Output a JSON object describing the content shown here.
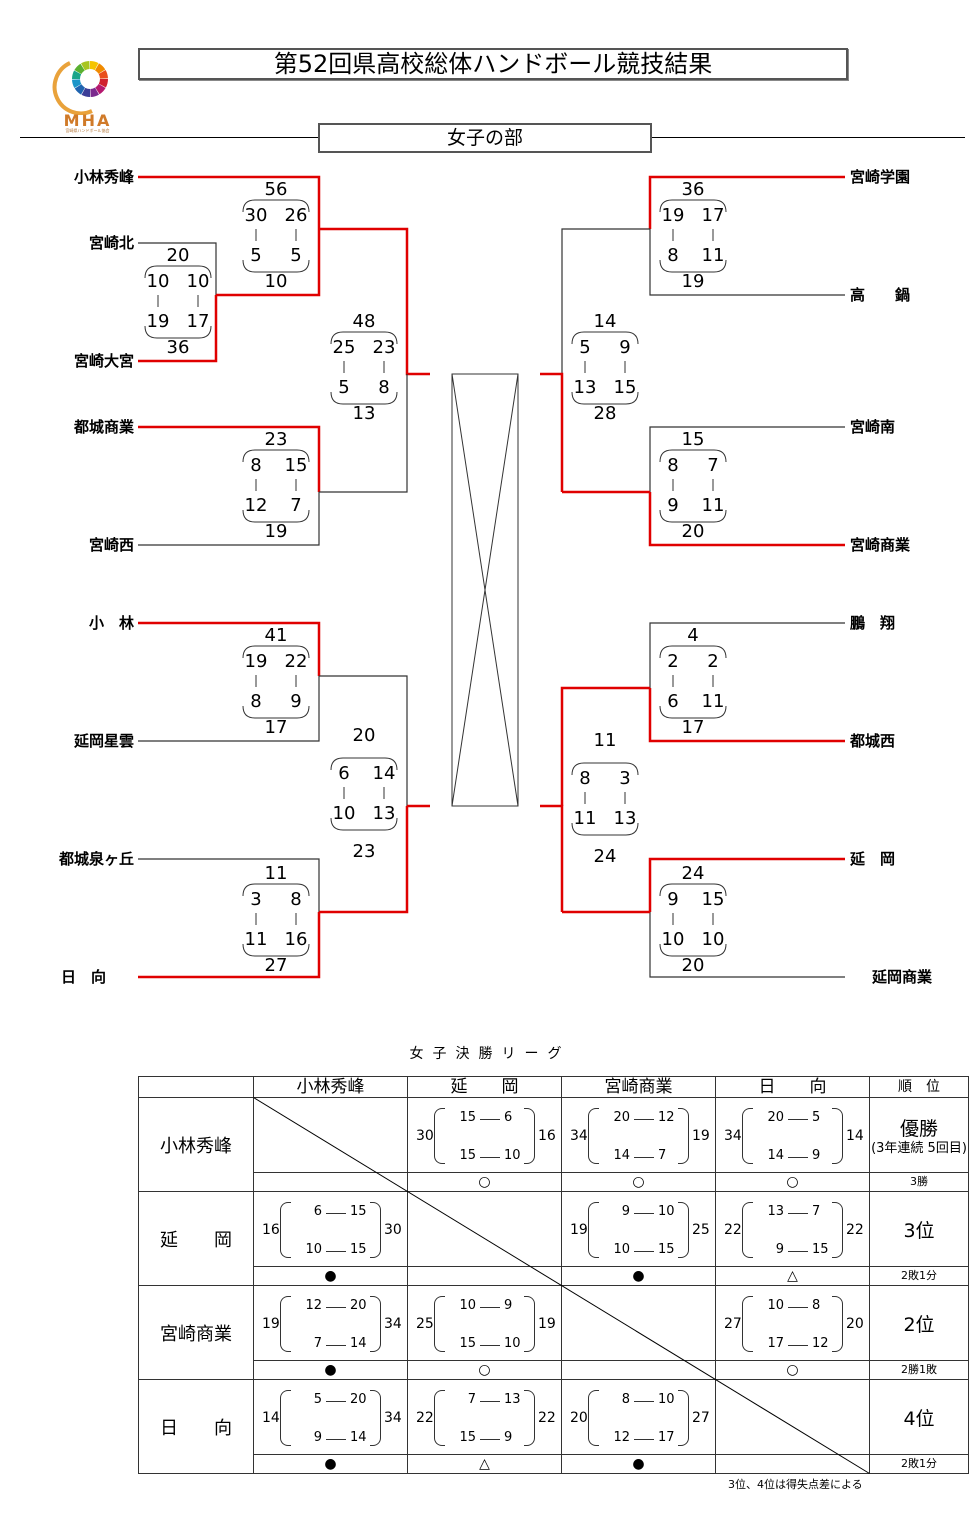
{
  "header": {
    "title": "第52回県高校総体ハンドボール競技結果",
    "subtitle": "女子の部",
    "logo_text": "MHA",
    "logo_subtext": "宮崎県ハンドボール協会"
  },
  "colors": {
    "winner_line": "#e00000",
    "line": "#333333",
    "logo_orange": "#d07a28"
  },
  "bracket": {
    "left_teams": [
      "小林秀峰",
      "宮崎北",
      "宮崎大宮",
      "都城商業",
      "宮崎西",
      "小　林",
      "延岡星雲",
      "都城泉ヶ丘",
      "日　向"
    ],
    "right_teams": [
      "宮崎学園",
      "高　　鍋",
      "宮崎南",
      "宮崎商業",
      "鵬　翔",
      "都城西",
      "延　岡",
      "延岡商業"
    ],
    "matches": [
      {
        "id": "L1",
        "top_total": "20",
        "top_h1": "10",
        "top_h2": "10",
        "bot_h1": "19",
        "bot_h2": "17",
        "bot_total": "36"
      },
      {
        "id": "L2",
        "top_total": "56",
        "top_h1": "30",
        "top_h2": "26",
        "bot_h1": "5",
        "bot_h2": "5",
        "bot_total": "10"
      },
      {
        "id": "L3",
        "top_total": "23",
        "top_h1": "8",
        "top_h2": "15",
        "bot_h1": "12",
        "bot_h2": "7",
        "bot_total": "19"
      },
      {
        "id": "L4",
        "top_total": "48",
        "top_h1": "25",
        "top_h2": "23",
        "bot_h1": "5",
        "bot_h2": "8",
        "bot_total": "13"
      },
      {
        "id": "L5",
        "top_total": "41",
        "top_h1": "19",
        "top_h2": "22",
        "bot_h1": "8",
        "bot_h2": "9",
        "bot_total": "17"
      },
      {
        "id": "L6",
        "top_total": "11",
        "top_h1": "3",
        "top_h2": "8",
        "bot_h1": "11",
        "bot_h2": "16",
        "bot_total": "27"
      },
      {
        "id": "L7",
        "top_total": "20",
        "top_h1": "6",
        "top_h2": "14",
        "bot_h1": "10",
        "bot_h2": "13",
        "bot_total": "23"
      },
      {
        "id": "R1",
        "top_total": "36",
        "top_h1": "19",
        "top_h2": "17",
        "bot_h1": "8",
        "bot_h2": "11",
        "bot_total": "19"
      },
      {
        "id": "R2",
        "top_total": "15",
        "top_h1": "8",
        "top_h2": "7",
        "bot_h1": "9",
        "bot_h2": "11",
        "bot_total": "20"
      },
      {
        "id": "R3",
        "top_total": "14",
        "top_h1": "5",
        "top_h2": "9",
        "bot_h1": "13",
        "bot_h2": "15",
        "bot_total": "28"
      },
      {
        "id": "R4",
        "top_total": "4",
        "top_h1": "2",
        "top_h2": "2",
        "bot_h1": "6",
        "bot_h2": "11",
        "bot_total": "17"
      },
      {
        "id": "R5",
        "top_total": "24",
        "top_h1": "9",
        "top_h2": "15",
        "bot_h1": "10",
        "bot_h2": "10",
        "bot_total": "20"
      },
      {
        "id": "R6",
        "top_total": "11",
        "top_h1": "8",
        "top_h2": "3",
        "bot_h1": "11",
        "bot_h2": "13",
        "bot_total": "24"
      }
    ]
  },
  "league": {
    "title": "女子決勝リーグ",
    "columns": [
      "小林秀峰",
      "延　　岡",
      "宮崎商業",
      "日　　向",
      "順　位"
    ],
    "rows": [
      {
        "name": "小林秀峰",
        "rank": "優勝",
        "rank_note": "(3年連続 5回目)",
        "record": "3勝",
        "cells": [
          null,
          {
            "total_l": "30",
            "h1_l": "15",
            "h1_r": "6",
            "h2_l": "15",
            "h2_r": "10",
            "total_r": "16",
            "mark": "○"
          },
          {
            "total_l": "34",
            "h1_l": "20",
            "h1_r": "12",
            "h2_l": "14",
            "h2_r": "7",
            "total_r": "19",
            "mark": "○"
          },
          {
            "total_l": "34",
            "h1_l": "20",
            "h1_r": "5",
            "h2_l": "14",
            "h2_r": "9",
            "total_r": "14",
            "mark": "○"
          }
        ]
      },
      {
        "name": "延　　岡",
        "rank": "3位",
        "rank_note": "",
        "record": "2敗1分",
        "cells": [
          {
            "total_l": "16",
            "h1_l": "6",
            "h1_r": "15",
            "h2_l": "10",
            "h2_r": "15",
            "total_r": "30",
            "mark": "●"
          },
          null,
          {
            "total_l": "19",
            "h1_l": "9",
            "h1_r": "10",
            "h2_l": "10",
            "h2_r": "15",
            "total_r": "25",
            "mark": "●"
          },
          {
            "total_l": "22",
            "h1_l": "13",
            "h1_r": "7",
            "h2_l": "9",
            "h2_r": "15",
            "total_r": "22",
            "mark": "△"
          }
        ]
      },
      {
        "name": "宮崎商業",
        "rank": "2位",
        "rank_note": "",
        "record": "2勝1敗",
        "cells": [
          {
            "total_l": "19",
            "h1_l": "12",
            "h1_r": "20",
            "h2_l": "7",
            "h2_r": "14",
            "total_r": "34",
            "mark": "●"
          },
          {
            "total_l": "25",
            "h1_l": "10",
            "h1_r": "9",
            "h2_l": "15",
            "h2_r": "10",
            "total_r": "19",
            "mark": "○"
          },
          null,
          {
            "total_l": "27",
            "h1_l": "10",
            "h1_r": "8",
            "h2_l": "17",
            "h2_r": "12",
            "total_r": "20",
            "mark": "○"
          }
        ]
      },
      {
        "name": "日　　向",
        "rank": "4位",
        "rank_note": "",
        "record": "2敗1分",
        "cells": [
          {
            "total_l": "14",
            "h1_l": "5",
            "h1_r": "20",
            "h2_l": "9",
            "h2_r": "14",
            "total_r": "34",
            "mark": "●"
          },
          {
            "total_l": "22",
            "h1_l": "7",
            "h1_r": "13",
            "h2_l": "15",
            "h2_r": "9",
            "total_r": "22",
            "mark": "△"
          },
          {
            "total_l": "20",
            "h1_l": "8",
            "h1_r": "10",
            "h2_l": "12",
            "h2_r": "17",
            "total_r": "27",
            "mark": "●"
          },
          null
        ]
      }
    ],
    "note": "3位、4位は得失点差による"
  }
}
